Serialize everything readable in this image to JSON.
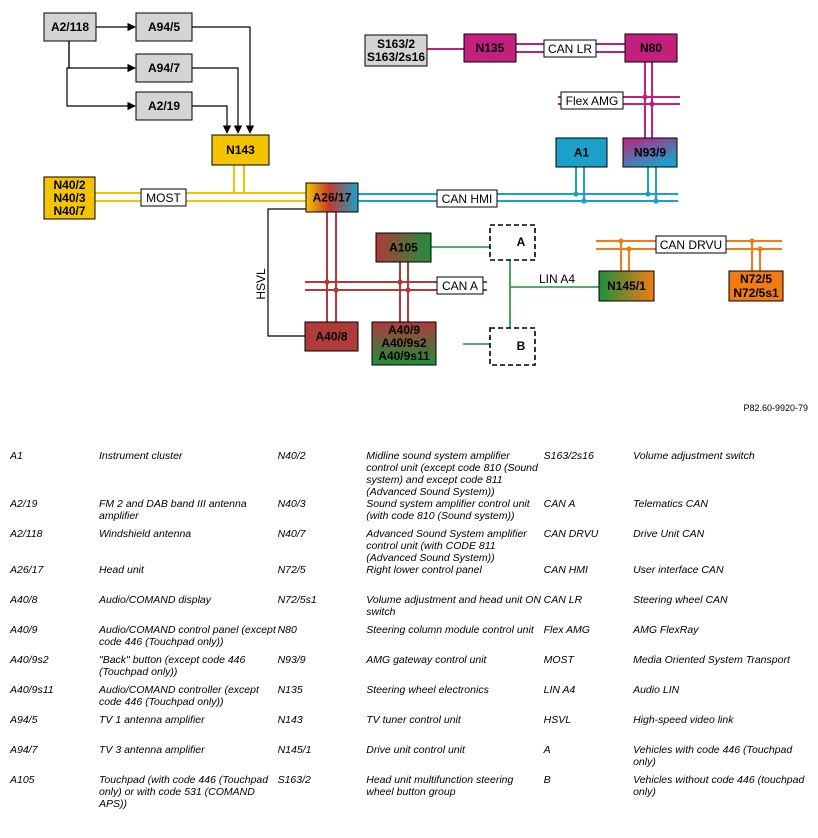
{
  "diagram": {
    "nodes": {
      "a2_118": "A2/118",
      "a94_5": "A94/5",
      "a94_7": "A94/7",
      "a2_19": "A2/19",
      "n143": "N143",
      "n40": [
        "N40/2",
        "N40/3",
        "N40/7"
      ],
      "a26_17": "A26/17",
      "s163": [
        "S163/2",
        "S163/2s16"
      ],
      "n135": "N135",
      "n80": "N80",
      "a1": "A1",
      "n93_9": "N93/9",
      "a105": "A105",
      "a40_8": "A40/8",
      "a40_9": [
        "A40/9",
        "A40/9s2",
        "A40/9s11"
      ],
      "n145_1": "N145/1",
      "n72": [
        "N72/5",
        "N72/5s1"
      ],
      "marker_a": "A",
      "marker_b": "B"
    },
    "buses": {
      "most": "MOST",
      "can_hmi": "CAN HMI",
      "can_lr": "CAN LR",
      "flex_amg": "Flex AMG",
      "can_a": "CAN A",
      "can_drvu": "CAN DRVU",
      "lin_a4": "LIN A4",
      "hsvl": "HSVL"
    },
    "reference": "P82.60-9920-79",
    "colors": {
      "most": "#f5c400",
      "can_hmi": "#1ba1c9",
      "can_lr_flex": "#c21f7e",
      "can_a": "#b13a3a",
      "lin": "#1e8f3c",
      "can_drvu": "#f07c14",
      "grey_box": "#d4d4d4"
    }
  },
  "legend": [
    {
      "c1": "A1",
      "d1": "Instrument cluster",
      "c2": "N40/2",
      "d2": "Midline sound system amplifier control unit (except code 810 (Sound system) and except code 811 (Advanced Sound System))",
      "c3": "S163/2s16",
      "d3": "Volume adjustment switch"
    },
    {
      "c1": "A2/19",
      "d1": "FM 2 and DAB band III antenna amplifier",
      "c2": "N40/3",
      "d2": "Sound system amplifier control unit (with code 810 (Sound system))",
      "c3": "CAN A",
      "d3": "Telematics CAN"
    },
    {
      "c1": "A2/118",
      "d1": "Windshield antenna",
      "c2": "N40/7",
      "d2": "Advanced Sound System amplifier control unit (with CODE 811 (Advanced Sound System))",
      "c3": "CAN DRVU",
      "d3": "Drive Unit CAN"
    },
    {
      "c1": "A26/17",
      "d1": "Head unit",
      "c2": "N72/5",
      "d2": "Right lower control panel",
      "c3": "CAN HMI",
      "d3": "User interface CAN"
    },
    {
      "c1": "A40/8",
      "d1": "Audio/COMAND display",
      "c2": "N72/5s1",
      "d2": "Volume adjustment and head unit ON switch",
      "c3": "CAN LR",
      "d3": "Steering wheel CAN"
    },
    {
      "c1": "A40/9",
      "d1": "Audio/COMAND control panel (except code 446 (Touchpad only))",
      "c2": "N80",
      "d2": "Steering column module control unit",
      "c3": "Flex AMG",
      "d3": "AMG FlexRay"
    },
    {
      "c1": "A40/9s2",
      "d1": "\"Back\" button (except code 446 (Touchpad only))",
      "c2": "N93/9",
      "d2": "AMG gateway control unit",
      "c3": "MOST",
      "d3": "Media Oriented System Transport"
    },
    {
      "c1": "A40/9s11",
      "d1": "Audio/COMAND controller (except code 446 (Touchpad only))",
      "c2": "N135",
      "d2": "Steering wheel electronics",
      "c3": "LIN A4",
      "d3": "Audio LIN"
    },
    {
      "c1": "A94/5",
      "d1": "TV 1 antenna amplifier",
      "c2": "N143",
      "d2": "TV tuner control unit",
      "c3": "HSVL",
      "d3": "High-speed video link"
    },
    {
      "c1": "A94/7",
      "d1": "TV 3 antenna amplifier",
      "c2": "N145/1",
      "d2": "Drive unit control unit",
      "c3": "A",
      "d3": "Vehicles with code 446 (Touchpad only)"
    },
    {
      "c1": "A105",
      "d1": "Touchpad (with code 446 (Touchpad only) or with code 531 (COMAND APS))",
      "c2": "S163/2",
      "d2": "Head unit multifunction steering wheel button group",
      "c3": "B",
      "d3": "Vehicles without code 446 (touchpad only)"
    }
  ]
}
